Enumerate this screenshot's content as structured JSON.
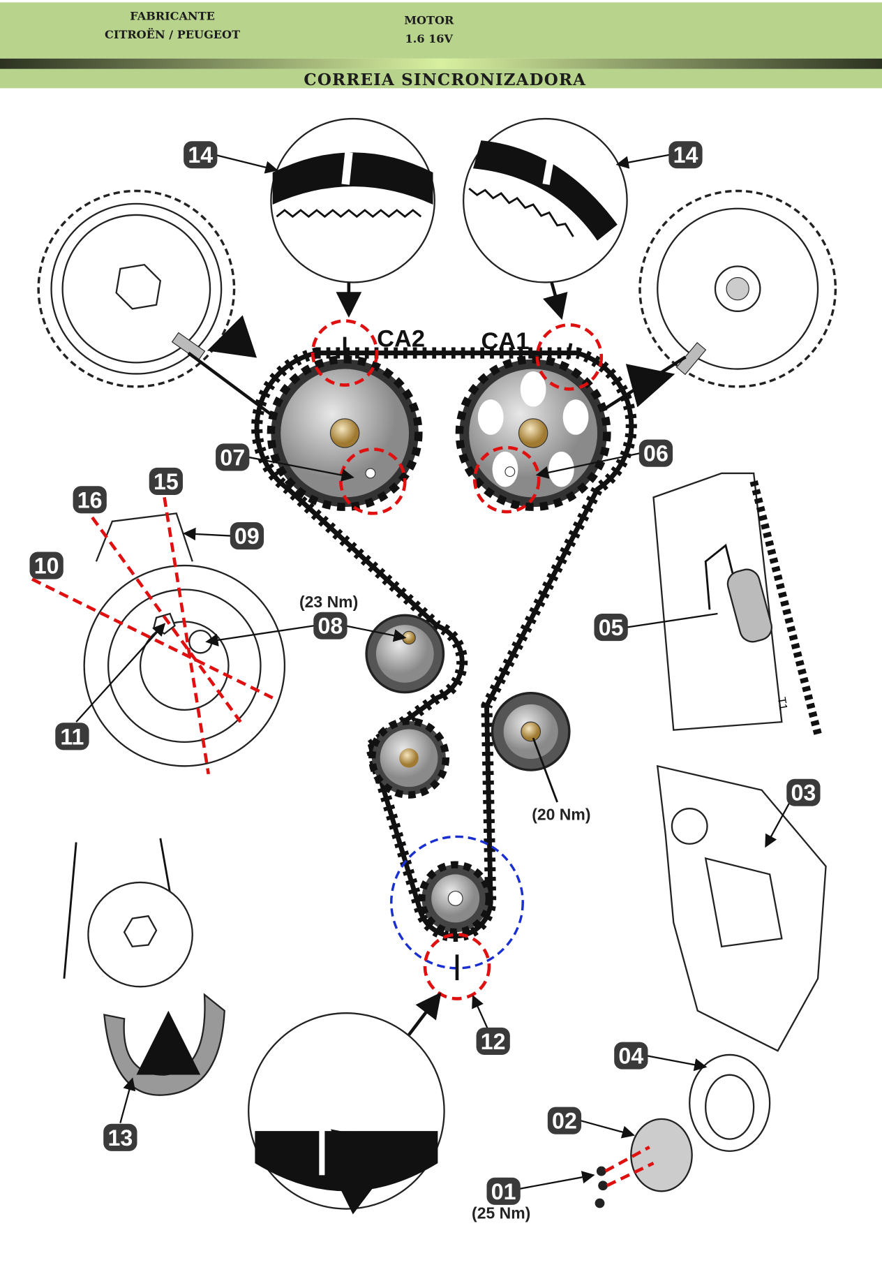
{
  "header": {
    "manufacturer_label": "FABRICANTE",
    "manufacturer_value": "CITROËN / PEUGEOT",
    "engine_label": "MOTOR",
    "engine_value": "1.6 16V",
    "title": "CORREIA SINCRONIZADORA",
    "colors": {
      "band": "#b8d38c",
      "bar_dark": "#2c3220",
      "bar_light": "#d8f0a0"
    }
  },
  "diagram": {
    "camshaft_labels": {
      "left": "CA2",
      "right": "CA1"
    },
    "callouts": {
      "c14a": "14",
      "c14b": "14",
      "c07": "07",
      "c06": "06",
      "c15": "15",
      "c16": "16",
      "c09": "09",
      "c10": "10",
      "c08": "08",
      "c05": "05",
      "c11": "11",
      "c03": "03",
      "c04": "04",
      "c02": "02",
      "c12": "12",
      "c13": "13",
      "c01": "01"
    },
    "torques": {
      "t08": "(23 Nm)",
      "t_idler": "(20 Nm)",
      "t01": "(25 Nm)"
    },
    "marking_text": "T1"
  }
}
